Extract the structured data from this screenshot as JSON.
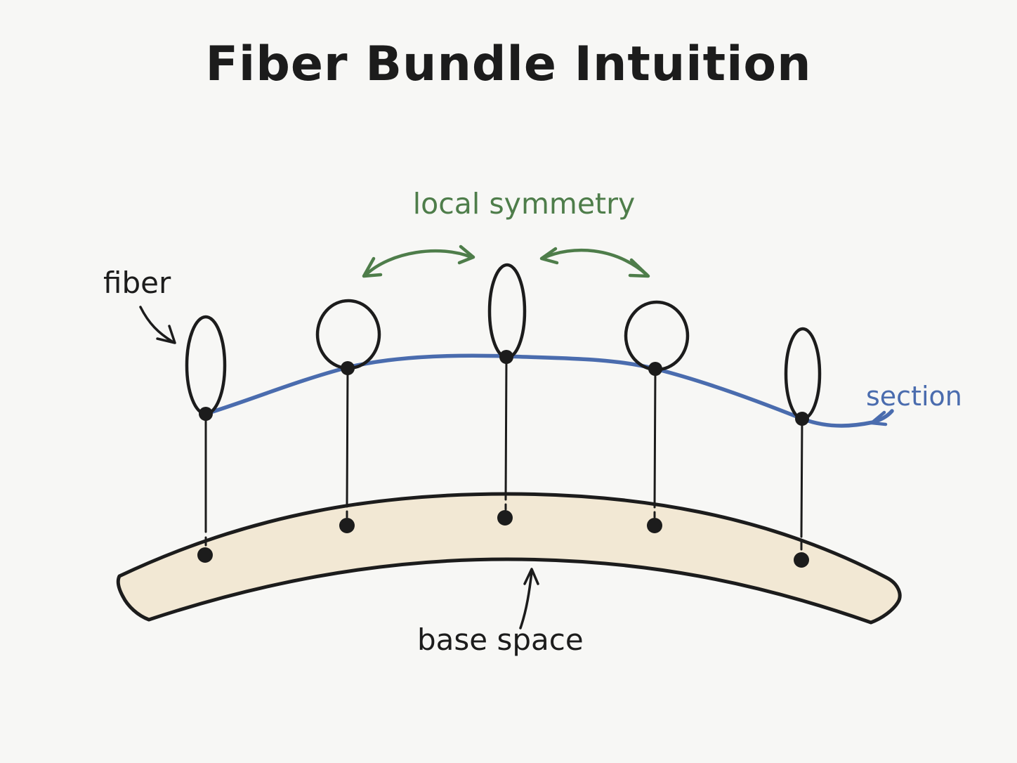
{
  "title": "Fiber Bundle Intuition",
  "labels": {
    "fiber": "fiber",
    "local_symmetry": "local symmetry",
    "section": "section",
    "base_space": "base space"
  },
  "colors": {
    "background": "#f7f7f5",
    "ink": "#1c1c1c",
    "band_fill": "#f2e8d4",
    "section_blue": "#4a6cae",
    "symmetry_green": "#4e7d4a"
  },
  "diagram": {
    "type": "hand-drawn concept diagram",
    "fiber_count": 5,
    "description": "Five fiber loops rise from points on a curved base-space band; a blue section curve passes through one point of each fiber; two green double-headed arrows between neighboring fibers indicate local symmetry."
  }
}
